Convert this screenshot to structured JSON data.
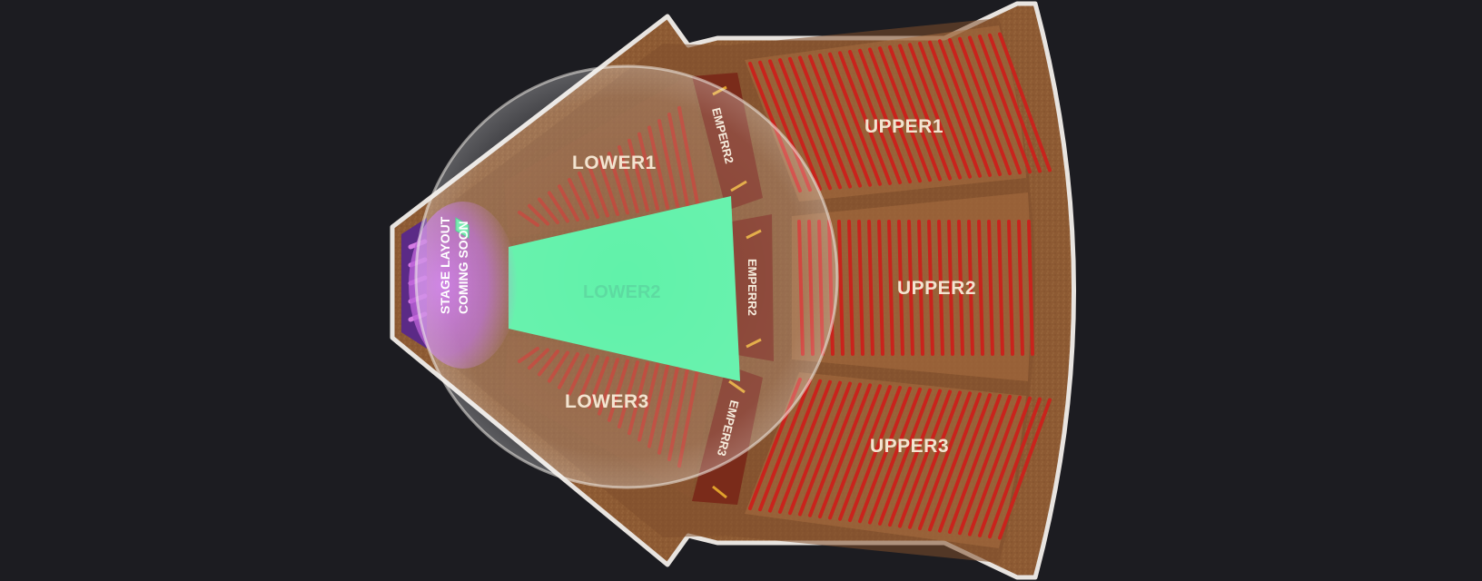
{
  "venue_map": {
    "background": "#1c1c21",
    "colors": {
      "outline": "#e8e4e0",
      "floor": "#8c5a32",
      "floor_dark": "#6a3c20",
      "section_fill": "#a96a3a",
      "seat_row": "#c9231c",
      "highlight": "#4ff0a0",
      "stage_glow": "#9b4bd8",
      "emperor_accent": "#e0a12c"
    },
    "stage": {
      "line1": "STAGE LAYOUT",
      "line2": "COMING SOON"
    },
    "sections": {
      "lower1": "LOWER1",
      "lower2": "LOWER2",
      "lower3": "LOWER3",
      "emperr1": "EMPERR2",
      "emperr2": "EMPERR2",
      "emperr3": "EMPERR3",
      "upper1": "UPPER1",
      "upper2": "UPPER2",
      "upper3": "UPPER3"
    },
    "selected_section": "LOWER2"
  }
}
